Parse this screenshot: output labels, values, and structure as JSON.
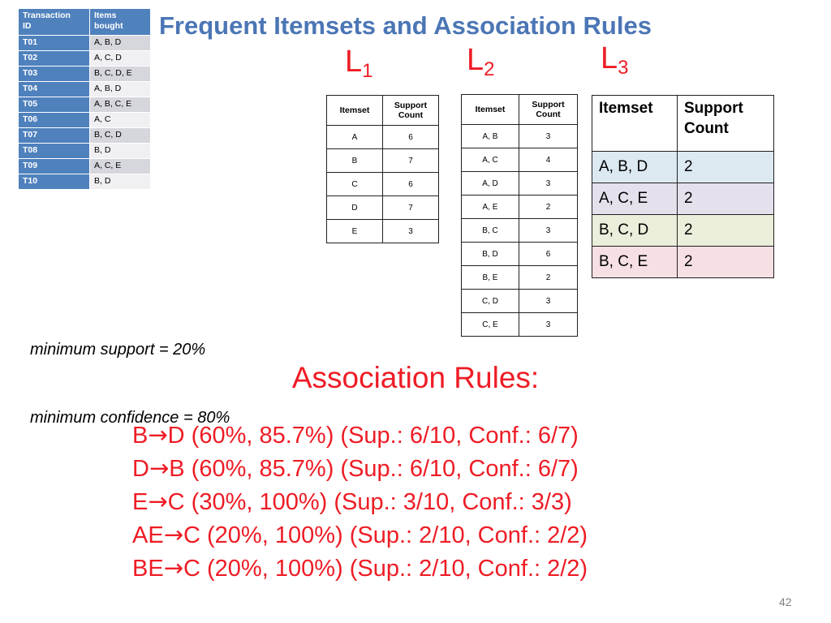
{
  "slide": {
    "title": "Frequent Itemsets and Association Rules",
    "page_number": "42",
    "title_color": "#4b76b5",
    "accent_red": "#ee1c25",
    "table_header_blue": "#4f81bd"
  },
  "transactions": {
    "headers": [
      "Transaction ID",
      "Items bought"
    ],
    "header_line1_col1": "Transaction",
    "header_line2_col1": "ID",
    "header_line1_col2": "Items",
    "header_line2_col2": "bought",
    "rows": [
      {
        "tid": "T01",
        "items": "A, B, D"
      },
      {
        "tid": "T02",
        "items": "A, C, D"
      },
      {
        "tid": "T03",
        "items": "B, C, D, E"
      },
      {
        "tid": "T04",
        "items": "A, B, D"
      },
      {
        "tid": "T05",
        "items": "A, B, C, E"
      },
      {
        "tid": "T06",
        "items": "A, C"
      },
      {
        "tid": "T07",
        "items": "B, C, D"
      },
      {
        "tid": "T08",
        "items": "B, D"
      },
      {
        "tid": "T09",
        "items": "A, C, E"
      },
      {
        "tid": "T10",
        "items": "B, D"
      }
    ]
  },
  "l1": {
    "label_letter": "L",
    "label_sub": "1",
    "header_itemset": "Itemset",
    "header_support_line1": "Support",
    "header_support_line2": "Count",
    "rows": [
      {
        "itemset": "A",
        "count": "6"
      },
      {
        "itemset": "B",
        "count": "7"
      },
      {
        "itemset": "C",
        "count": "6"
      },
      {
        "itemset": "D",
        "count": "7"
      },
      {
        "itemset": "E",
        "count": "3"
      }
    ]
  },
  "l2": {
    "label_letter": "L",
    "label_sub": "2",
    "header_itemset": "Itemset",
    "header_support_line1": "Support",
    "header_support_line2": "Count",
    "rows": [
      {
        "itemset": "A, B",
        "count": "3"
      },
      {
        "itemset": "A, C",
        "count": "4"
      },
      {
        "itemset": "A, D",
        "count": "3"
      },
      {
        "itemset": "A, E",
        "count": "2"
      },
      {
        "itemset": "B, C",
        "count": "3"
      },
      {
        "itemset": "B, D",
        "count": "6"
      },
      {
        "itemset": "B, E",
        "count": "2"
      },
      {
        "itemset": "C, D",
        "count": "3"
      },
      {
        "itemset": "C, E",
        "count": "3"
      }
    ]
  },
  "l3": {
    "label_letter": "L",
    "label_sub": "3",
    "header_itemset": "Itemset",
    "header_support_line1": "Support",
    "header_support_line2": "Count",
    "rows": [
      {
        "itemset": "A, B, D",
        "count": "2",
        "color": "#dce9f1"
      },
      {
        "itemset": "A, C, E",
        "count": "2",
        "color": "#e4e0ec"
      },
      {
        "itemset": "B, C, D",
        "count": "2",
        "color": "#eaeeda"
      },
      {
        "itemset": "B, C, E",
        "count": "2",
        "color": "#f6e0e3"
      }
    ]
  },
  "thresholds": {
    "line1": "minimum support = 20%",
    "line2": "minimum confidence = 80%"
  },
  "association_rules": {
    "heading": "Association Rules:",
    "rules": [
      "B→D (60%, 85.7%) (Sup.: 6/10, Conf.: 6/7)",
      "D→B (60%, 85.7%) (Sup.: 6/10, Conf.: 6/7)",
      "E→C (30%, 100%) (Sup.: 3/10, Conf.: 3/3)",
      "AE→C (20%, 100%) (Sup.: 2/10, Conf.: 2/2)",
      "BE→C (20%, 100%) (Sup.: 2/10, Conf.: 2/2)"
    ]
  }
}
